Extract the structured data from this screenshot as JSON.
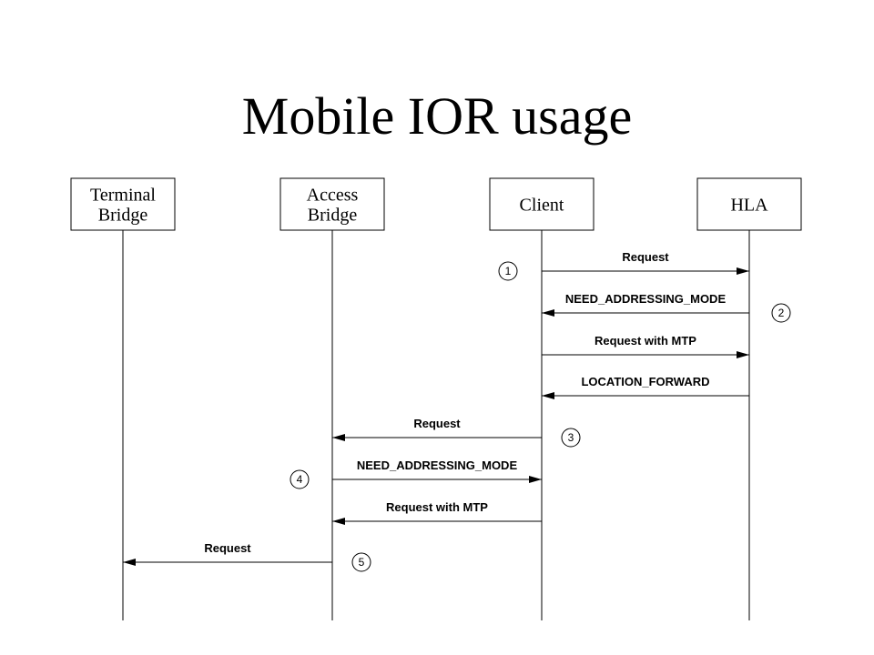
{
  "title": "Mobile IOR usage",
  "actors": [
    {
      "id": "terminal-bridge",
      "lines": [
        "Terminal",
        "Bridge"
      ]
    },
    {
      "id": "access-bridge",
      "lines": [
        "Access",
        "Bridge"
      ]
    },
    {
      "id": "client",
      "lines": [
        "Client"
      ]
    },
    {
      "id": "hla",
      "lines": [
        "HLA"
      ]
    }
  ],
  "messages": [
    {
      "from": "client",
      "to": "hla",
      "label": "Request"
    },
    {
      "from": "hla",
      "to": "client",
      "label": "NEED_ADDRESSING_MODE"
    },
    {
      "from": "client",
      "to": "hla",
      "label": "Request with MTP"
    },
    {
      "from": "hla",
      "to": "client",
      "label": "LOCATION_FORWARD"
    },
    {
      "from": "client",
      "to": "access-bridge",
      "label": "Request"
    },
    {
      "from": "access-bridge",
      "to": "client",
      "label": "NEED_ADDRESSING_MODE"
    },
    {
      "from": "client",
      "to": "access-bridge",
      "label": "Request with MTP"
    },
    {
      "from": "access-bridge",
      "to": "terminal-bridge",
      "label": "Request"
    }
  ],
  "steps": [
    {
      "number": "1",
      "message_index": 0
    },
    {
      "number": "2",
      "message_index": 1
    },
    {
      "number": "3",
      "message_index": 4
    },
    {
      "number": "4",
      "message_index": 5
    },
    {
      "number": "5",
      "message_index": 7
    }
  ]
}
